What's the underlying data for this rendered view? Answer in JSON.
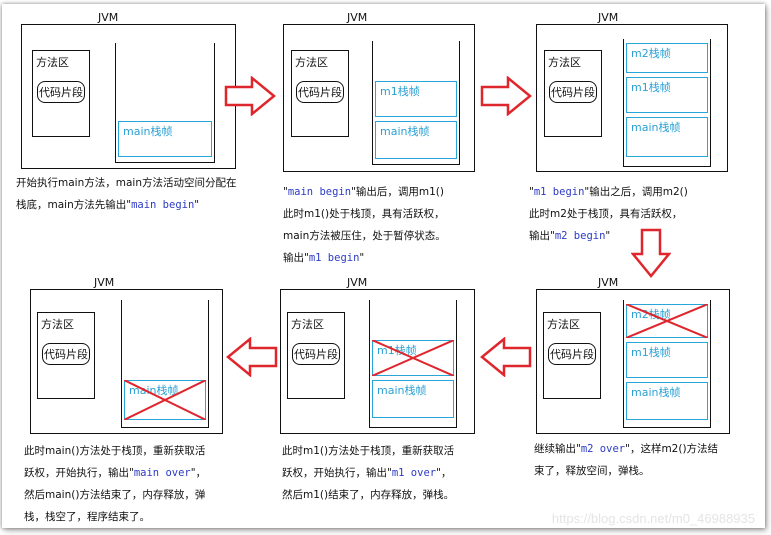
{
  "colors": {
    "frame": "#29a6d8",
    "arrow_stroke": "#e0262d",
    "cross": "#e0262d",
    "code_text": "#2d3bc5"
  },
  "labels": {
    "jvm": "JVM",
    "method_area": "方法区",
    "code_segment": "代码片段"
  },
  "panels": [
    {
      "frames": [
        "main栈帧"
      ],
      "crossed": []
    },
    {
      "frames": [
        "m1栈帧",
        "main栈帧"
      ],
      "crossed": []
    },
    {
      "frames": [
        "m2栈帧",
        "m1栈帧",
        "main栈帧"
      ],
      "crossed": []
    },
    {
      "frames": [
        "m2栈帧",
        "m1栈帧",
        "main栈帧"
      ],
      "crossed": [
        "m2栈帧"
      ]
    },
    {
      "frames": [
        "m1栈帧",
        "main栈帧"
      ],
      "crossed": [
        "m1栈帧"
      ]
    },
    {
      "frames": [
        "main栈帧"
      ],
      "crossed": [
        "main栈帧"
      ]
    }
  ],
  "descriptions": {
    "d1": {
      "l1": "开始执行main方法，main方法活动空间分配在",
      "l2a": "栈底，main方法先输出\"",
      "l2code": "main begin",
      "l2b": "\""
    },
    "d2": {
      "l1a": "\"",
      "l1code": "main begin",
      "l1b": "\"输出后，调用m1()",
      "l2": "此时m1()处于栈顶，具有活跃权，",
      "l3": "main方法被压住，处于暂停状态。",
      "l4a": "输出\"",
      "l4code": "m1 begin",
      "l4b": "\""
    },
    "d3": {
      "l1a": "\"",
      "l1code": "m1 begin",
      "l1b": "\"输出之后，调用m2()",
      "l2": "此时m2处于栈顶，具有活跃权，",
      "l3a": "输出\"",
      "l3code": "m2 begin",
      "l3b": "\""
    },
    "d4": {
      "l1a": "继续输出\"",
      "l1code": "m2 over",
      "l1b": "\"，这样m2()方法结",
      "l2": "束了，释放空间，弹栈。"
    },
    "d5": {
      "l1": "此时m1()方法处于栈顶，重新获取活",
      "l2a": "跃权，开始执行，输出\"",
      "l2code": "m1 over",
      "l2b": "\"，",
      "l3": "然后m1()结束了，内存释放，弹栈。"
    },
    "d6": {
      "l1": "此时main()方法处于栈顶，重新获取活",
      "l2a": "跃权，开始执行，输出\"",
      "l2code": "main over",
      "l2b": "\"，",
      "l3": "然后main()方法结束了，内存释放，弹",
      "l4": "栈，栈空了，程序结束了。"
    }
  },
  "watermark": "https://blog.csdn.net/m0_46988935"
}
